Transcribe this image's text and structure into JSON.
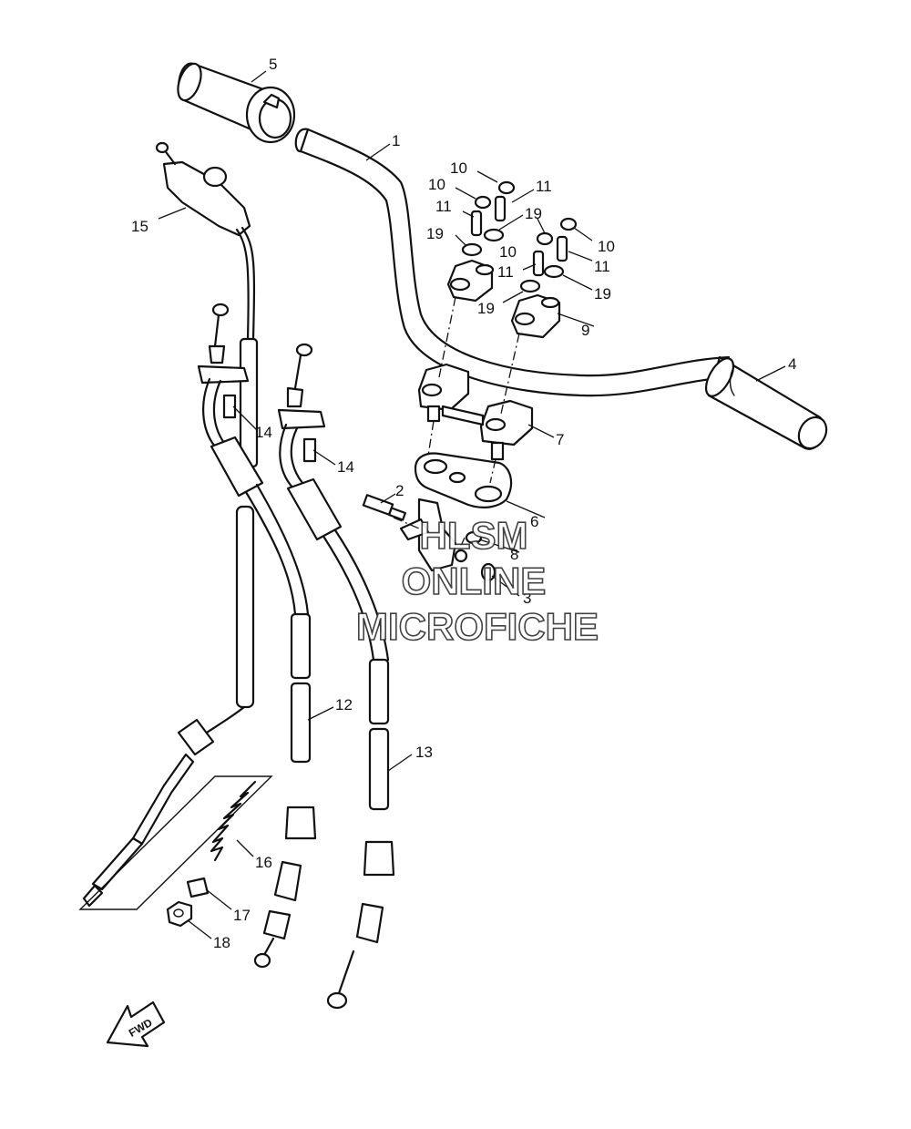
{
  "callouts": {
    "c1": "1",
    "c2": "2",
    "c3": "3",
    "c4": "4",
    "c5": "5",
    "c6": "6",
    "c7": "7",
    "c8": "8",
    "c9": "9",
    "c10a": "10",
    "c10b": "10",
    "c10c": "10",
    "c10d": "10",
    "c11a": "11",
    "c11b": "11",
    "c11c": "11",
    "c11d": "11",
    "c12": "12",
    "c13": "13",
    "c14a": "14",
    "c14b": "14",
    "c15": "15",
    "c16": "16",
    "c17": "17",
    "c18": "18",
    "c19a": "19",
    "c19b": "19",
    "c19c": "19",
    "c19d": "19"
  },
  "watermark": {
    "line1": "HLSM",
    "line2": "ONLINE",
    "line3": "MICROFICHE"
  },
  "fwd_label": "FWD"
}
